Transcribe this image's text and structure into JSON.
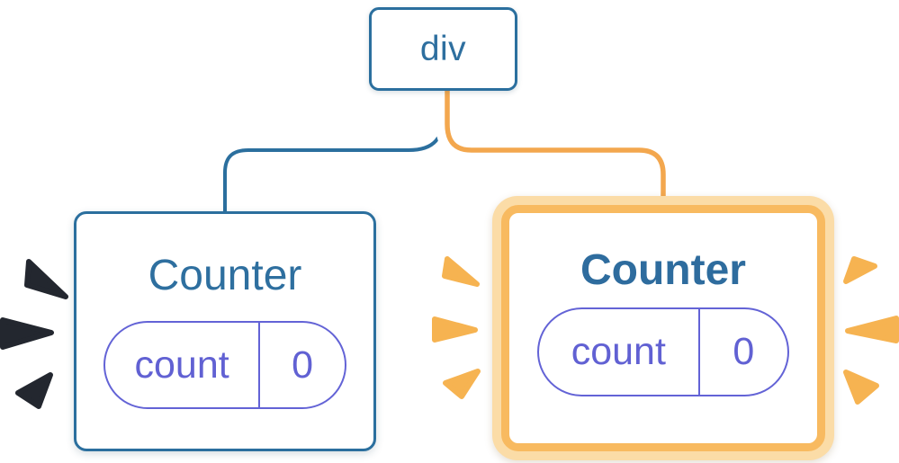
{
  "diagram": {
    "root_node": {
      "label": "div"
    },
    "left_counter": {
      "title": "Counter",
      "state": {
        "key": "count",
        "value": "0"
      },
      "highlighted": false
    },
    "right_counter": {
      "title": "Counter",
      "state": {
        "key": "count",
        "value": "0"
      },
      "highlighted": true
    }
  },
  "colors": {
    "node_blue": "#2B6F9E",
    "title_blue": "#2E6F9F",
    "pill_violet": "#6161D3",
    "edge_orange": "#F3A74E",
    "highlight_ring_orange": "#F8BA60",
    "highlight_ring_peach": "#FBDCA7",
    "spark_orange": "#F6B351",
    "spark_dark": "#23272F"
  }
}
